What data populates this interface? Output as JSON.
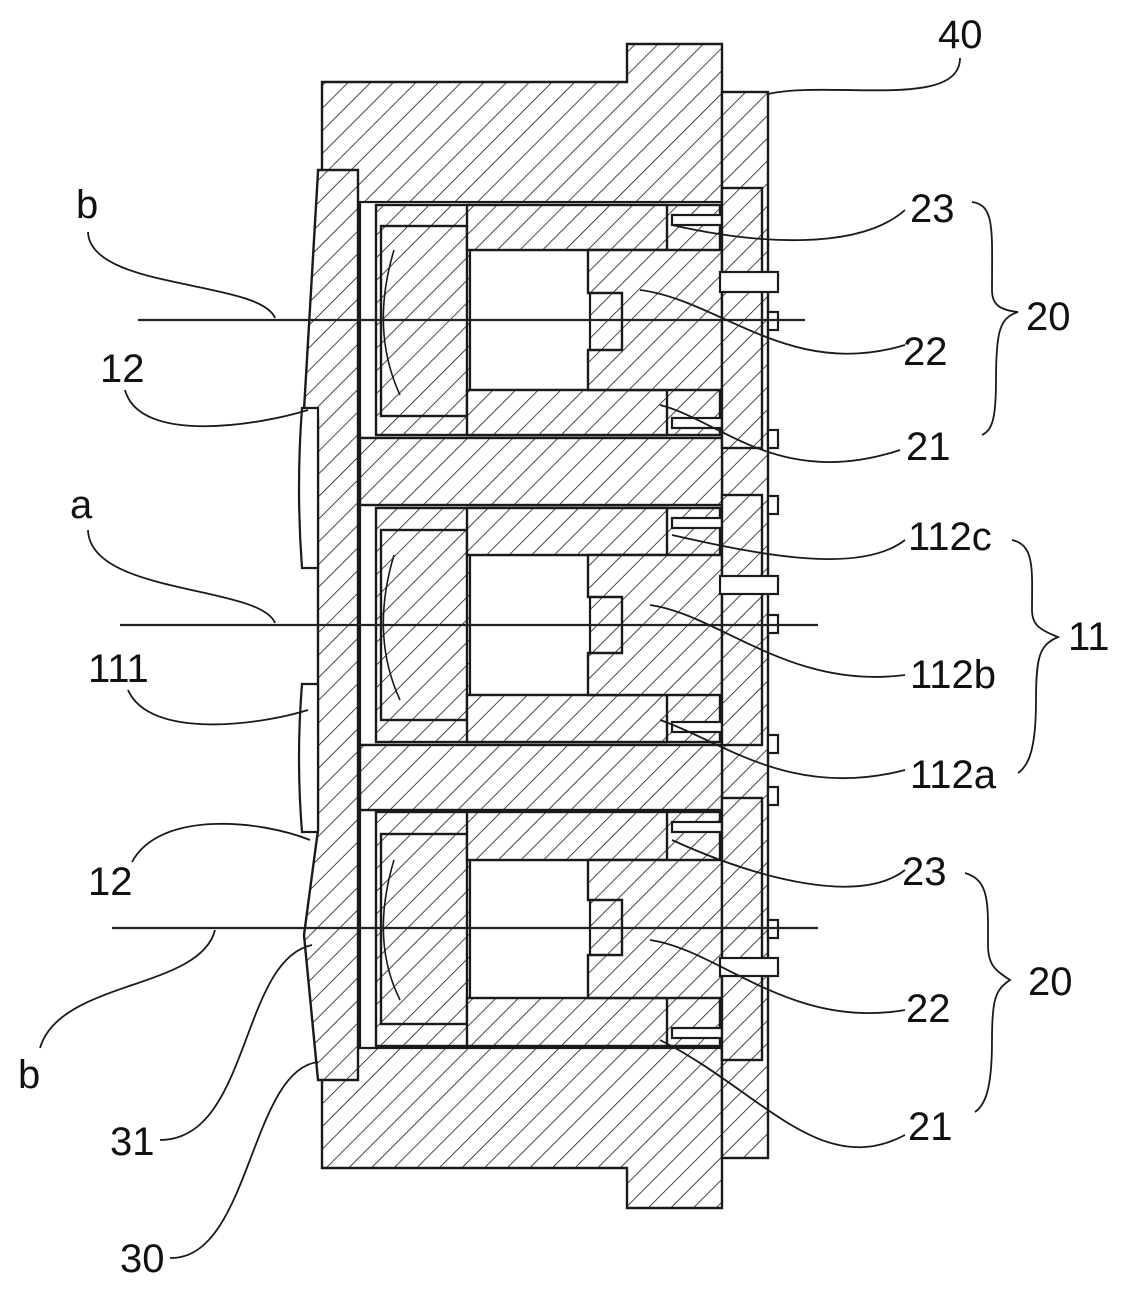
{
  "figure": {
    "labels": {
      "part_40": "40",
      "part_23_top": "23",
      "part_22_top": "22",
      "part_21_top": "21",
      "group_20_top": "20",
      "part_112c": "112c",
      "part_112b": "112b",
      "part_112a": "112a",
      "group_11": "11",
      "part_23_bottom": "23",
      "part_22_bottom": "22",
      "part_21_bottom": "21",
      "group_20_bottom": "20",
      "axis_b_top": "b",
      "part_12_top": "12",
      "axis_a": "a",
      "part_111": "111",
      "part_12_bottom": "12",
      "axis_b_bottom": "b",
      "part_31": "31",
      "part_30": "30"
    },
    "colors": {
      "line": "#1a1a1a",
      "background": "#ffffff"
    }
  }
}
